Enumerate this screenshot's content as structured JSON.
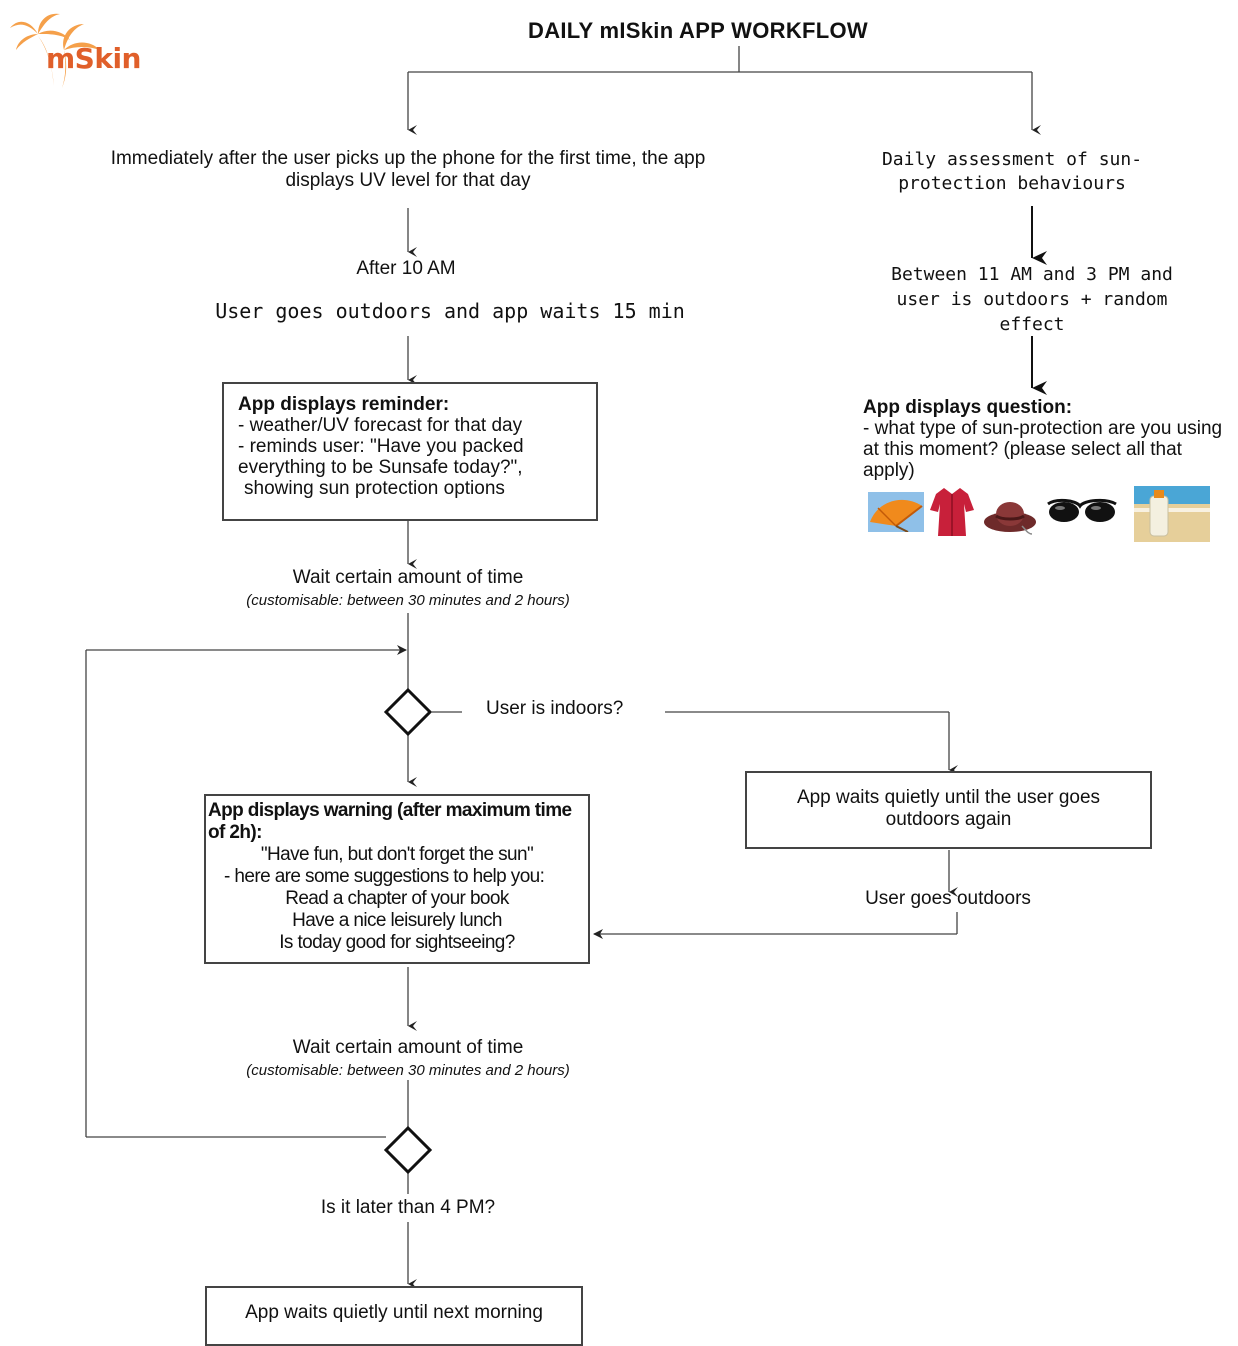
{
  "brand": {
    "logo_text": "mSkin"
  },
  "title": "DAILY mISkin APP WORKFLOW",
  "left_branch": {
    "step1": "Immediately after the user picks up the phone for the first time, the app displays UV level for that day",
    "after_time": "After 10 AM",
    "outdoors": "User goes outdoors and app waits 15 min",
    "reminder": {
      "heading": "App displays reminder:",
      "lines": [
        "- weather/UV forecast for that day",
        "- reminds user: \"Have you packed",
        "everything to be Sunsafe today?\",",
        "showing sun protection options"
      ]
    },
    "wait1": {
      "label": "Wait certain amount of time",
      "note": "(customisable: between 30 minutes and 2 hours)"
    },
    "decision_indoors": "User is indoors?",
    "warning": {
      "heading": "App displays warning (after maximum time of 2h):",
      "lines": [
        "\"Have fun, but don't forget the sun\"",
        "- here are some suggestions to help you:",
        "Read a chapter of your book",
        "Have a nice leisurely lunch",
        "Is today good for sightseeing?"
      ]
    },
    "wait2": {
      "label": "Wait certain amount of time",
      "note": "(customisable: between 30 minutes and 2 hours)"
    },
    "decision_time": "Is it later than 4 PM?",
    "final": "App waits quietly until next morning"
  },
  "middle": {
    "waits_box": "App waits quietly until the user goes outdoors again",
    "goes_outdoors": "User goes outdoors"
  },
  "right_branch": {
    "assessment": "Daily assessment of sun-protection behaviours",
    "condition": "Between 11 AM and 3 PM and user is outdoors + random effect",
    "question": {
      "heading": "App displays question:",
      "text": "- what type of sun-protection are you using at this moment? (please select all that apply)"
    }
  },
  "icons": [
    "umbrella-icon",
    "cover-up-icon",
    "hat-icon",
    "sunglasses-icon",
    "sunscreen-icon"
  ]
}
